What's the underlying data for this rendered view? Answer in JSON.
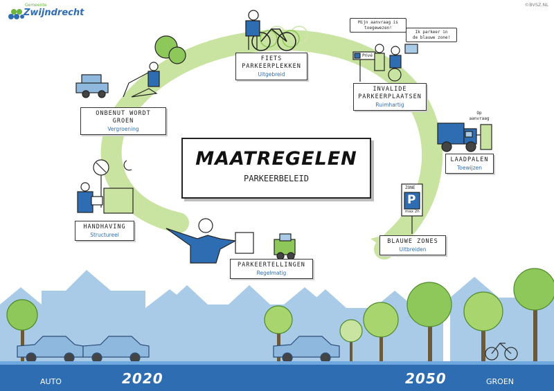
{
  "brand": {
    "logo_prefix": "Gemeente",
    "logo_name": "Zwijndrecht",
    "copyright": "©BVSZ.NL"
  },
  "title": {
    "main": "MAATREGELEN",
    "sub": "PARKEERBELEID"
  },
  "steps": [
    {
      "title": "FIETS PARKEERPLEKKEN",
      "title_lines": [
        "FIETS",
        "PARKEERPLEKKEN"
      ],
      "subtitle": "Uitgebreid"
    },
    {
      "title": "INVALIDE PARKEERPLAATSEN",
      "title_lines": [
        "INVALIDE",
        "PARKEERPLAATSEN"
      ],
      "subtitle": "Ruimhartig"
    },
    {
      "title": "LAADPALEN",
      "title_lines": [
        "LAADPALEN"
      ],
      "subtitle": "Toewijzen"
    },
    {
      "title": "BLAUWE ZONES",
      "title_lines": [
        "BLAUWE ZONES"
      ],
      "subtitle": "Uitbreiden"
    },
    {
      "title": "PARKEERTELLINGEN",
      "title_lines": [
        "PARKEERTELLINGEN"
      ],
      "subtitle": "Regelmatig"
    },
    {
      "title": "HANDHAVING",
      "title_lines": [
        "HANDHAVING"
      ],
      "subtitle": "Structureel"
    },
    {
      "title": "ONBENUT WORDT GROEN",
      "title_lines": [
        "ONBENUT WORDT",
        "GROEN"
      ],
      "subtitle": "Vergroening"
    }
  ],
  "bubbles": {
    "request": [
      "Mijn aanvraag is",
      "toegewezen!"
    ],
    "bluezone": [
      "Ik parkeer in",
      "de blauwe zone!"
    ],
    "on_request": [
      "Op",
      "aanvraag"
    ]
  },
  "signs": {
    "prive": "Privé",
    "zone": "ZONE",
    "parking": "P",
    "max": "max 2h"
  },
  "timeline": {
    "from_label": "AUTO",
    "from_year": "2020",
    "to_year": "2050",
    "to_label": "GROEN"
  },
  "colors": {
    "blue": "#2f6db3",
    "light_blue": "#a9cbe8",
    "green": "#6cb33f",
    "light_green": "#c9e4a1",
    "dark": "#222222"
  }
}
